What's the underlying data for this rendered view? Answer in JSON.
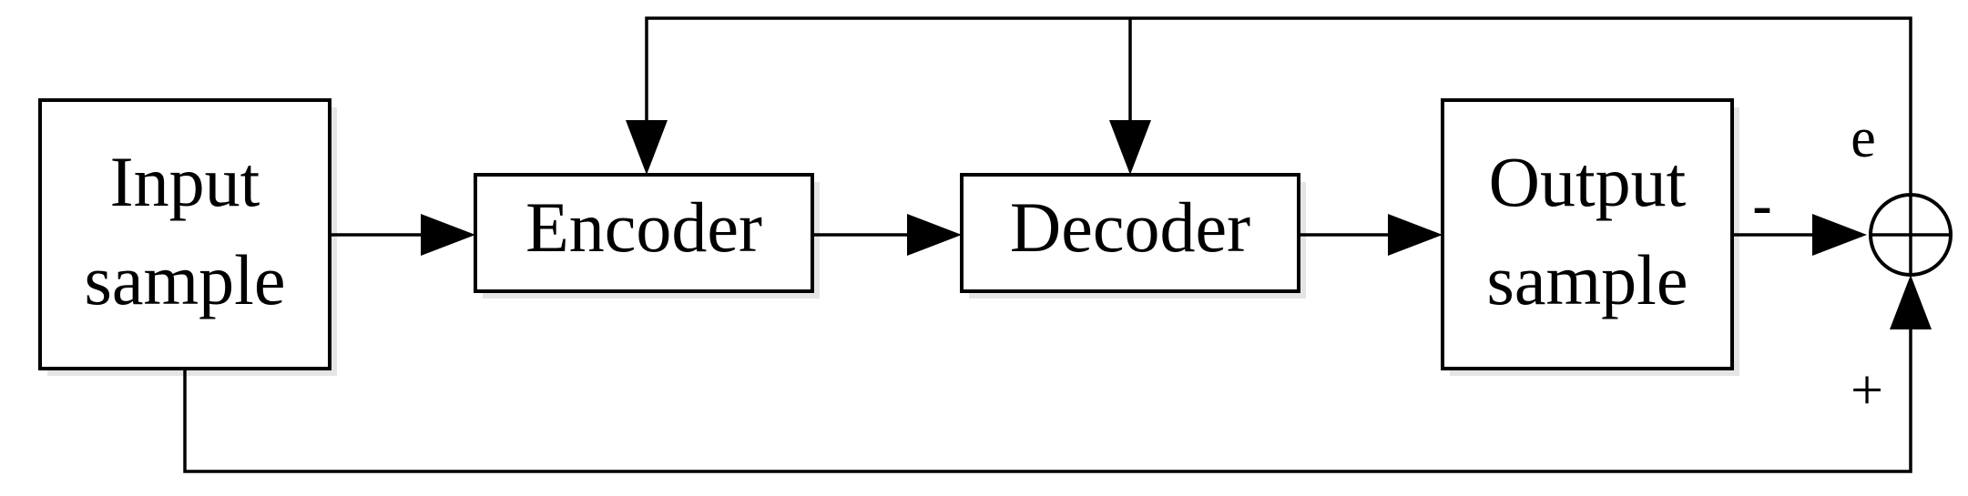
{
  "blocks": {
    "input": {
      "line1": "Input",
      "line2": "sample"
    },
    "encoder": {
      "label": "Encoder"
    },
    "decoder": {
      "label": "Decoder"
    },
    "output": {
      "line1": "Output",
      "line2": "sample"
    }
  },
  "summing_junction": {
    "error_label": "e",
    "minus_sign": "-",
    "plus_sign": "+"
  }
}
